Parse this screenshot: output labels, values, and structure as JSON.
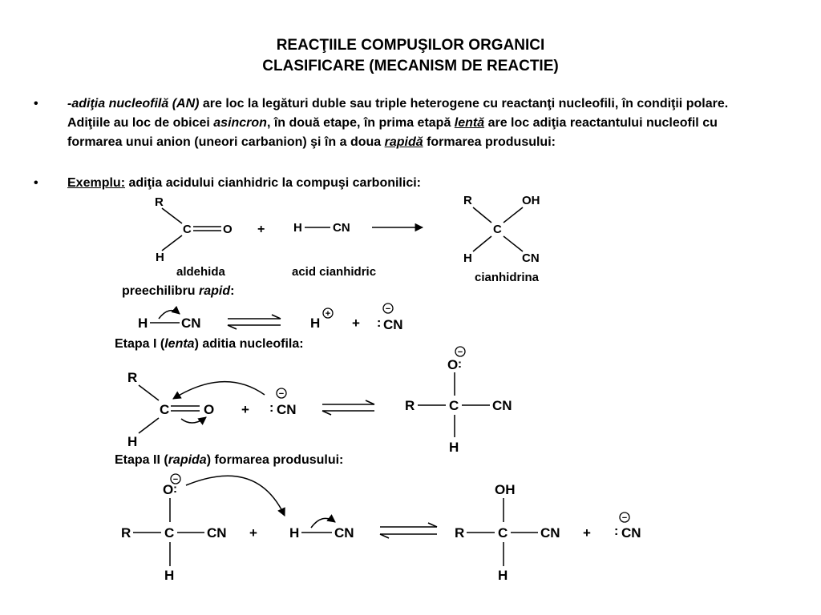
{
  "title": {
    "line1": "REACŢIILE COMPUŞILOR ORGANICI",
    "line2": "CLASIFICARE (MECANISM DE REACTIE)"
  },
  "bullets": {
    "b1": {
      "term": "-adiţia nucleofilă (AN)",
      "t1": " are loc la legături duble sau triple heterogene cu reactanţi nucleofili, în condiţii polare. Adiţiile au loc de obicei ",
      "asincron": "asincron",
      "t2": ", în două etape, în prima etapă ",
      "lenta": "lentă",
      "t3": " are loc adiţia reactantului  nucleofil cu formarea unui anion (uneori carbanion) şi în a doua ",
      "rapida": "rapidă",
      "t4": " formarea produsului:"
    },
    "b2": {
      "label": "Exemplu:",
      "text": " adiţia acidului cianhidric la compuşi carbonilici:"
    }
  },
  "atoms": {
    "R": "R",
    "H": "H",
    "C": "C",
    "O": "O",
    "CN": "CN",
    "OH": "OH",
    "plus": "+",
    "plus_charge": "+",
    "minus_charge": "−",
    "lone_pair": ":"
  },
  "labels": {
    "aldehida": "aldehida",
    "acid_cianhidric": "acid cianhidric",
    "cianhidrina": "cianhidrina",
    "preechilibru": "preechilibru ",
    "rapid": "rapid",
    "preechilibru_colon": ":",
    "etapa1_prefix": "Etapa I (",
    "etapa1_italic": "lenta",
    "etapa1_suffix": ") aditia nucleofila:",
    "etapa2_prefix": "Etapa II (",
    "etapa2_italic": "rapida",
    "etapa2_suffix": ") formarea produsului:"
  }
}
